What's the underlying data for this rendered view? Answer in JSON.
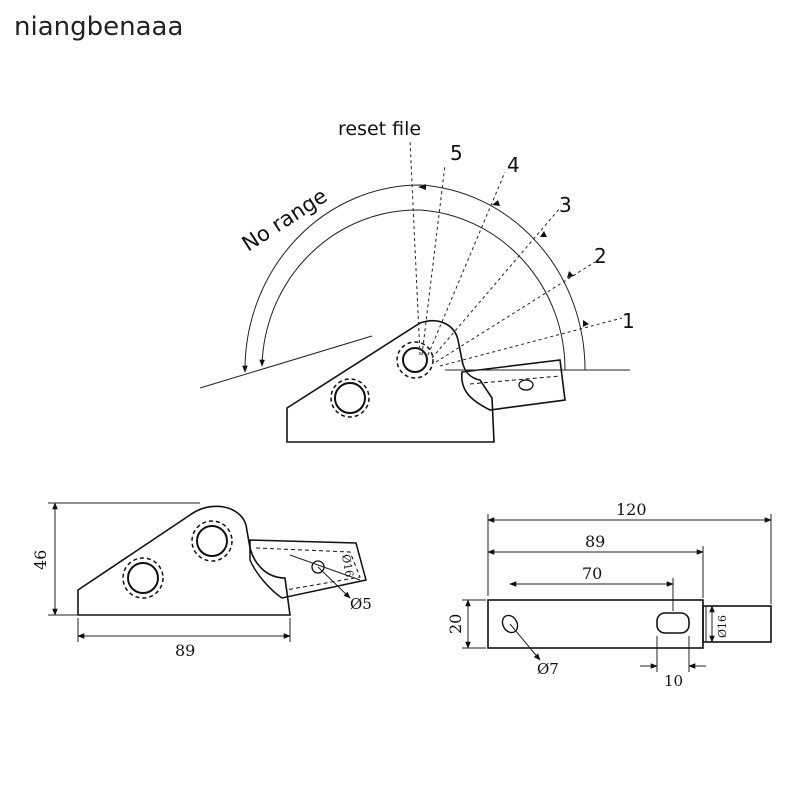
{
  "brand": "niangbenaaa",
  "top_view": {
    "label_reset": "reset file",
    "label_no_range": "No range",
    "positions": [
      "5",
      "4",
      "3",
      "2",
      "1"
    ]
  },
  "side_view": {
    "height_label": "46",
    "width_label": "89",
    "hole_label": "Ø5",
    "tube_label": "Ø16"
  },
  "plan_view": {
    "total_length_label": "120",
    "body_length_label": "89",
    "slot_position_label": "70",
    "height_label": "20",
    "hole_label": "Ø7",
    "slot_width_label": "10",
    "tube_label": "Ø16"
  }
}
